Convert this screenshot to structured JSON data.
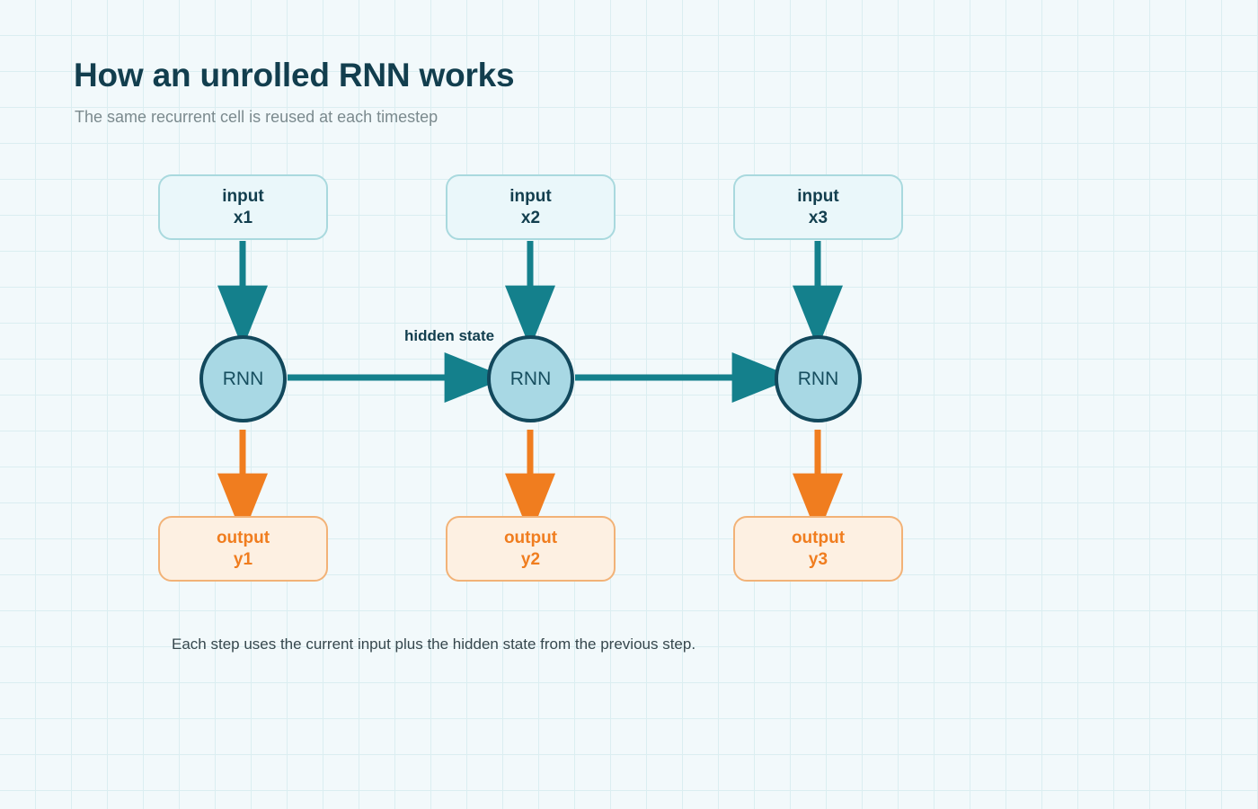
{
  "header": {
    "title": "How an unrolled RNN works",
    "subtitle": "The same recurrent cell is reused at each timestep"
  },
  "colors": {
    "background": "#f2f9fb",
    "grid_line": "#dbeef1",
    "title_text": "#123e4e",
    "subtitle_text": "#7b8a8e",
    "input_fill": "#eaf7fa",
    "input_border": "#a9d9de",
    "input_text": "#123e4e",
    "cell_fill": "#a8d8e4",
    "cell_border": "#12485c",
    "cell_text": "#164e5f",
    "output_fill": "#fdf0e2",
    "output_border": "#f2b277",
    "output_text": "#f07d1f",
    "teal_arrow": "#14808c",
    "orange_arrow": "#f07d1f",
    "caption_text": "#36474d"
  },
  "diagram": {
    "timesteps": [
      {
        "index": 1,
        "input": {
          "line1": "input",
          "line2": "x1"
        },
        "cell": {
          "label": "RNN"
        },
        "output": {
          "line1": "output",
          "line2": "y1"
        }
      },
      {
        "index": 2,
        "input": {
          "line1": "input",
          "line2": "x2"
        },
        "cell": {
          "label": "RNN"
        },
        "output": {
          "line1": "output",
          "line2": "y2"
        }
      },
      {
        "index": 3,
        "input": {
          "line1": "input",
          "line2": "x3"
        },
        "cell": {
          "label": "RNN"
        },
        "output": {
          "line1": "output",
          "line2": "y3"
        }
      }
    ],
    "edge_labels": {
      "hidden_state": "hidden state"
    }
  },
  "caption": "Each step uses the current input plus the hidden state from the previous step."
}
